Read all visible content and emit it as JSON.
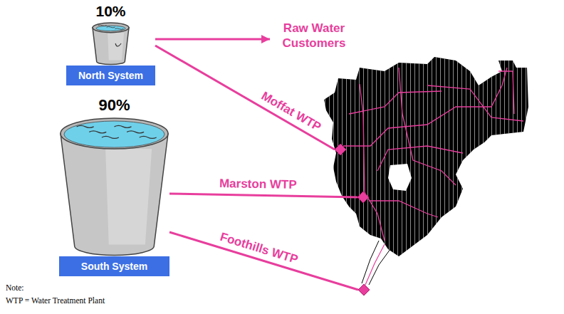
{
  "diagram": {
    "nodes": [
      {
        "text": [
          "10%",
          "North System"
        ]
      },
      {
        "text": [
          "90%",
          "South System"
        ]
      },
      {
        "text": [
          "Raw Water Customers"
        ]
      },
      {
        "text": [
          "Moffat WTP"
        ]
      },
      {
        "text": [
          "Marston WTP"
        ]
      },
      {
        "text": [
          "Foothills WTP"
        ]
      }
    ],
    "edges": [
      {
        "from": 0,
        "to": 2,
        "arrow": "to"
      },
      {
        "from": 0,
        "to": 3,
        "arrow": "none"
      },
      {
        "from": 1,
        "to": 4,
        "arrow": "none"
      },
      {
        "from": 1,
        "to": 5,
        "arrow": "none"
      }
    ],
    "labels": [
      "Note:",
      "WTP = Water Treatment Plant"
    ]
  }
}
